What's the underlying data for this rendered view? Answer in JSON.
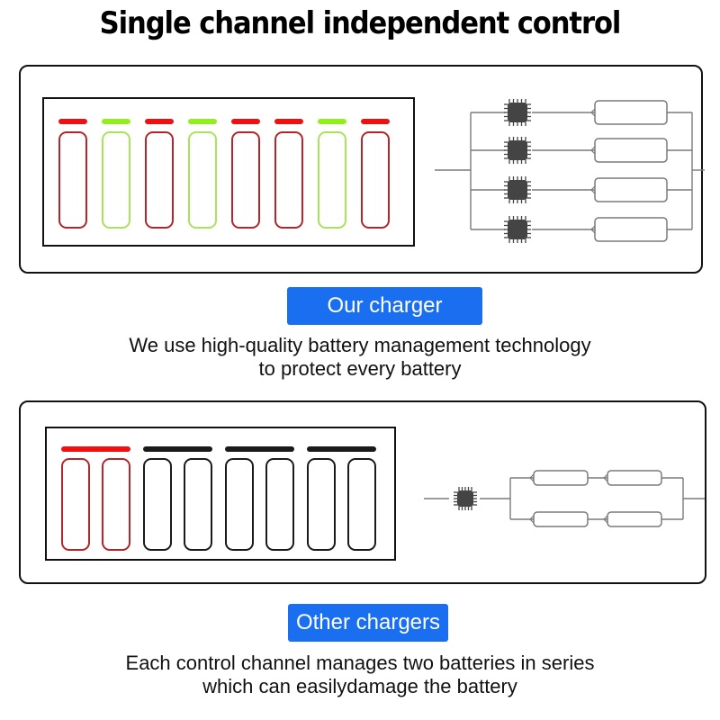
{
  "title": "Single channel independent control",
  "sections": [
    {
      "id": "ours",
      "badge_label": "Our charger",
      "description_lines": [
        "We use high-quality battery management technology",
        "to protect every battery"
      ],
      "channel_mode": "independent",
      "slots": [
        {
          "status": "red"
        },
        {
          "status": "green"
        },
        {
          "status": "red"
        },
        {
          "status": "green"
        },
        {
          "status": "red"
        },
        {
          "status": "red"
        },
        {
          "status": "green"
        },
        {
          "status": "red"
        }
      ],
      "circuit": {
        "chips": 4,
        "batteries_per_branch": 1,
        "branches": 4
      }
    },
    {
      "id": "others",
      "badge_label": "Other chargers",
      "description_lines": [
        "Each control channel manages two batteries in series",
        "which can easilydamage the battery"
      ],
      "channel_mode": "paired",
      "pairs": [
        {
          "status": "red"
        },
        {
          "status": "black"
        },
        {
          "status": "black"
        },
        {
          "status": "black"
        }
      ],
      "circuit": {
        "chips": 1,
        "batteries_per_branch": 2,
        "branches": 2
      }
    }
  ],
  "colors": {
    "red_bar": "#ee1111",
    "red_outline": "#b3262b",
    "green_bar": "#8ff01e",
    "green_outline": "#a8e35a",
    "black": "#1a1a1a",
    "badge_blue": "#1a6ff0",
    "chip": "#444444",
    "wire": "#7a7a7a"
  }
}
